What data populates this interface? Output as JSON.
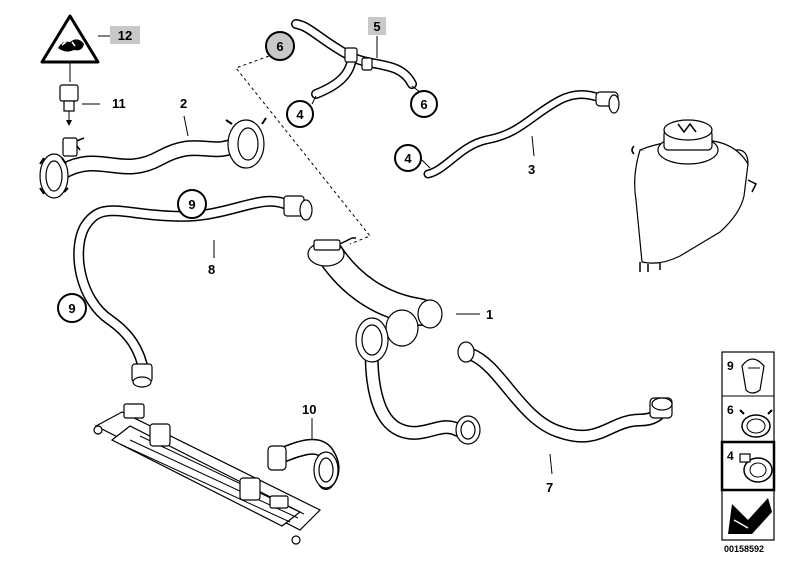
{
  "diagram": {
    "callouts": [
      {
        "key": "c1",
        "text": "1"
      },
      {
        "key": "c2",
        "text": "2"
      },
      {
        "key": "c3",
        "text": "3"
      },
      {
        "key": "c5",
        "text": "5",
        "highlighted": true
      },
      {
        "key": "c7",
        "text": "7"
      },
      {
        "key": "c8",
        "text": "8"
      },
      {
        "key": "c10",
        "text": "10"
      },
      {
        "key": "c11",
        "text": "11"
      },
      {
        "key": "c12",
        "text": "12",
        "highlighted": true
      }
    ],
    "circled_refs": [
      {
        "key": "r6a",
        "text": "6",
        "filled": true
      },
      {
        "key": "r6b",
        "text": "6",
        "filled": false
      },
      {
        "key": "r4a",
        "text": "4",
        "filled": false
      },
      {
        "key": "r4b",
        "text": "4",
        "filled": false
      },
      {
        "key": "r9a",
        "text": "9",
        "filled": false
      },
      {
        "key": "r9b",
        "text": "9",
        "filled": false
      }
    ],
    "legend": [
      {
        "text": "9",
        "icon": "hose-clip-icon"
      },
      {
        "text": "6",
        "icon": "spring-clamp-icon"
      },
      {
        "text": "4",
        "icon": "hose-clamp-icon"
      },
      {
        "text": "",
        "icon": "arrow-icon"
      }
    ],
    "reference_number": "00158592",
    "colors": {
      "highlight": "#c8c8c8",
      "ink": "#000000",
      "paper": "#ffffff"
    }
  }
}
